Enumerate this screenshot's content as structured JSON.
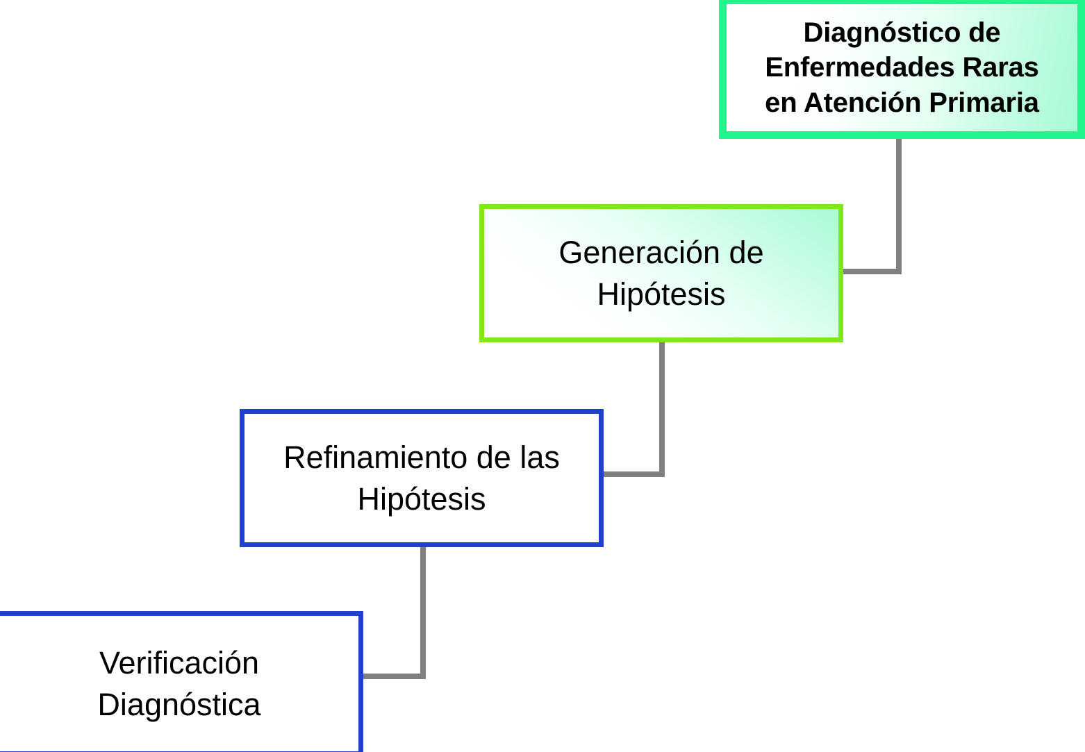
{
  "diagram": {
    "title": "Diagnóstico de Enfermedades Raras en Atención Primaria",
    "orientation": "descending-staircase",
    "connector_color": "#808080",
    "nodes": [
      {
        "id": "node-1",
        "label": "Diagnóstico de\nEnfermedades Raras\nen Atención Primaria",
        "border_color": "#22F58E",
        "fill": "gradient-green-to-white",
        "text_weight": "bold"
      },
      {
        "id": "node-2",
        "label": "Generación de\nHipótesis",
        "border_color": "#7FE817",
        "fill": "gradient-mint-to-white",
        "text_weight": "normal"
      },
      {
        "id": "node-3",
        "label": "Refinamiento de las\nHipótesis",
        "border_color": "#2040D0",
        "fill": "#ffffff",
        "text_weight": "normal"
      },
      {
        "id": "node-4",
        "label": "Verificación\nDiagnóstica",
        "border_color": "#2040D0",
        "fill": "#ffffff",
        "text_weight": "normal"
      }
    ],
    "connectors": [
      {
        "from": "node-1",
        "to": "node-2"
      },
      {
        "from": "node-2",
        "to": "node-3"
      },
      {
        "from": "node-3",
        "to": "node-4"
      }
    ]
  }
}
